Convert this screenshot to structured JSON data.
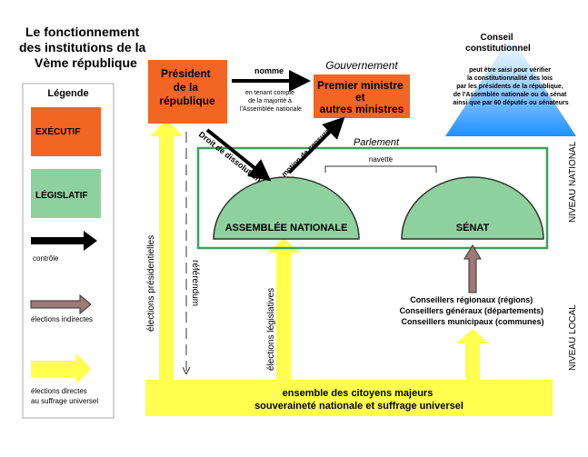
{
  "title": [
    "Le fonctionnement",
    "des institutions de la",
    "Vème république"
  ],
  "legend": {
    "heading": "Légende",
    "executif": "EXÉCUTIF",
    "legislatif": "LÉGISLATIF",
    "controle": "contrôle",
    "indirect": "élections indirectes",
    "direct": [
      "élections directes",
      "au suffrage universel"
    ]
  },
  "president": [
    "Président",
    "de la",
    "république"
  ],
  "gouvernement": {
    "label": "Gouvernement",
    "box": [
      "Premier ministre",
      "et",
      "autres ministres"
    ]
  },
  "nomme": "nomme",
  "majorite": [
    "en tenant compte",
    "de la majorité à",
    "l'Assemblée nationale"
  ],
  "conseil": {
    "title": [
      "Conseil",
      "constitutionnel"
    ],
    "text": [
      "peut être saisi pour vérifier",
      "la constitutionnalité des lois",
      "par les présidents de la république,",
      "de l'Assemblée nationale ou du sénat",
      "ainsi que par 60 députés ou sénateurs"
    ]
  },
  "parlement": "Parlement",
  "navette": "navette",
  "droit_dissolution": "Droit de dissolution",
  "motion_censure": "motion de censure",
  "assemblee": "ASSEMBLÉE NATIONALE",
  "senat": "SÉNAT",
  "niveau_national": "NIVEAU NATIONAL",
  "niveau_local": "NIVEAU LOCAL",
  "elections_presidentielles": "élections présidentielles",
  "referendum": "référendum",
  "elections_legislatives": "élections législatives",
  "conseillers": [
    "Conseillers régionaux (régions)",
    "Conseillers généraux (départements)",
    "Conseillers municipaux (communes)"
  ],
  "citoyens": [
    "ensemble des citoyens majeurs",
    "souveraineté nationale et suffrage universel"
  ],
  "colors": {
    "executif": "#f26522",
    "legislatif": "#8fd19e",
    "jaune": "#ffff4d",
    "indirect": "#a07878",
    "parlement_border": "#3aa35a",
    "conseil_blue": "#1e90ff"
  }
}
